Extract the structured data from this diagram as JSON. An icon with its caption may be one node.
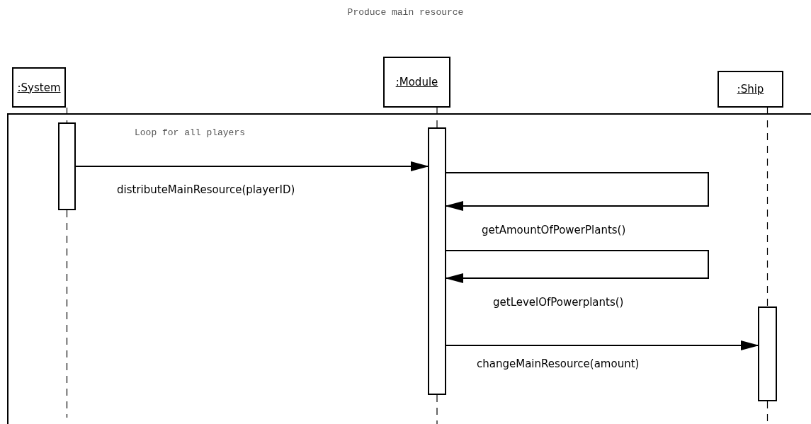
{
  "diagram": {
    "title": "Produce main resource",
    "nodes": [
      {
        "text": [
          ":System"
        ]
      },
      {
        "text": [
          ":Module"
        ]
      },
      {
        "text": [
          ":Ship"
        ]
      },
      {
        "text": [
          "Loop for all players"
        ]
      },
      {
        "text": [],
        "shape": "bar",
        "in": 3
      },
      {
        "text": [],
        "shape": "bar",
        "in": 3
      },
      {
        "text": [],
        "shape": "bar",
        "in": 3
      }
    ],
    "edges": [
      {
        "from": 0,
        "to": 4,
        "arrow": "none",
        "style": "dashed"
      },
      {
        "from": 4,
        "to": null,
        "arrow": "none",
        "style": "dashed"
      },
      {
        "from": 1,
        "to": 5,
        "arrow": "none",
        "style": "dashed"
      },
      {
        "from": 5,
        "to": null,
        "arrow": "none",
        "style": "dashed"
      },
      {
        "from": 2,
        "to": 6,
        "arrow": "none",
        "style": "dashed"
      },
      {
        "from": 6,
        "to": null,
        "arrow": "none",
        "style": "dashed"
      },
      {
        "from": 4,
        "to": 5,
        "arrow": "to",
        "label": "distributeMainResource(playerID)"
      },
      {
        "from": 5,
        "to": 5,
        "arrow": "to",
        "label": "getAmountOfPowerPlants()"
      },
      {
        "from": 5,
        "to": 5,
        "arrow": "to",
        "label": "getLevelOfPowerplants()"
      },
      {
        "from": 5,
        "to": 6,
        "arrow": "to",
        "label": "changeMainResource(amount)"
      }
    ]
  }
}
